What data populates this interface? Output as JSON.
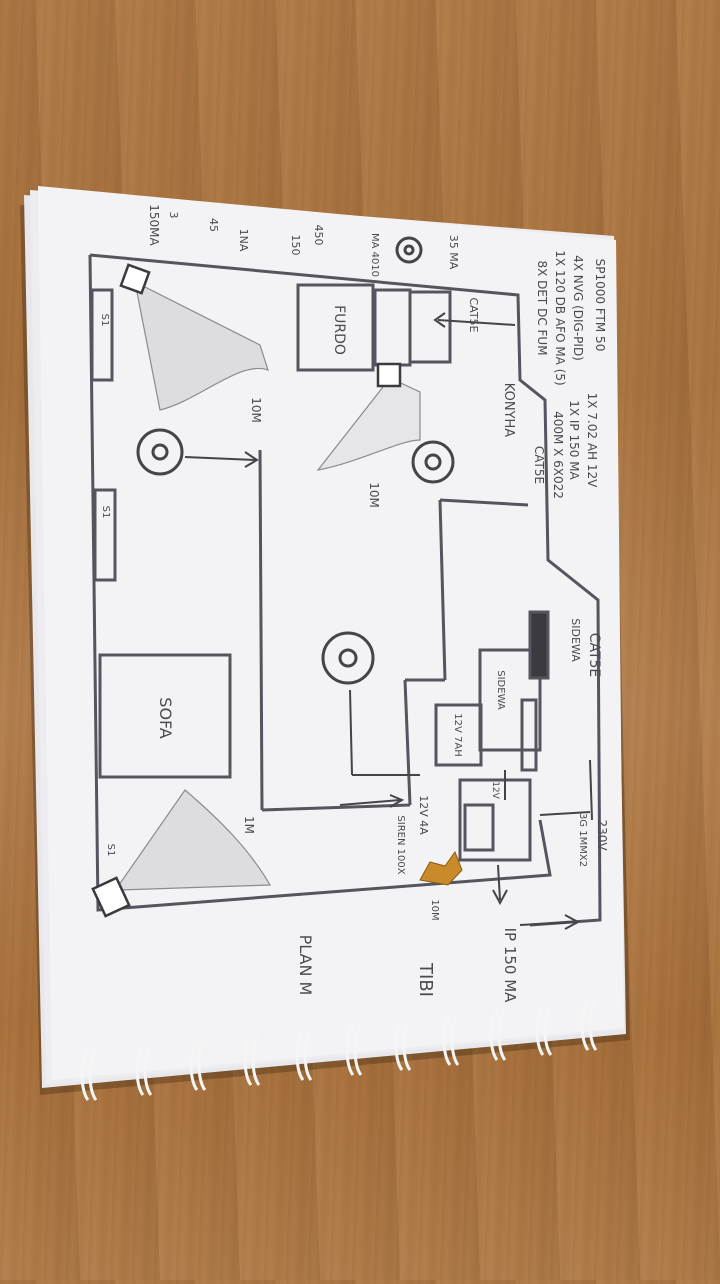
{
  "photo": {
    "subject": "hand-drawn floor plan on spiral notebook"
  },
  "plan": {
    "title": "TIBI",
    "subtitle": "PLAN M",
    "rooms": {
      "furdo": "FURDO",
      "konyha": "KONYHA",
      "sofa": "SOFA"
    },
    "corner_notes": {
      "top_left_a": "3",
      "top_left_b": "150MA",
      "group_a": "45",
      "group_b": "1NA",
      "group_c": "450",
      "group_d": "150"
    },
    "legend_lines": [
      "SP1000 FTM 50",
      "1X 7.02 AH 12V",
      "4X NVG (DIG-PID)",
      "1X IP 150 MA",
      "1X 120 DB AFO MA (5)",
      "400M X 6X022",
      "8X DET DC FUM"
    ],
    "labels": {
      "cam_top_center": "35 MA",
      "cam_center_note": "MA 4010",
      "cat5e_top": "CAT5E",
      "cat5e_mid": "CAT5E",
      "cat5e_right": "CAT5E",
      "sidewall_right": "SIDEWA",
      "sidewall_box": "SIDEWA",
      "psu": "12V 7AH",
      "panel_12v": "12V",
      "dist_10m_a": "10M",
      "dist_10m_b": "10M",
      "dist_1m": "1M",
      "dist_10m_c": "10M",
      "sensor_1": "S1",
      "sensor_2": "S1",
      "sensor_3": "S1",
      "mains": "230V",
      "mains_cable": "3G 1MMX2",
      "power_note": "12V 4A",
      "siren_note": "SIREN 100X",
      "ip_module": "IP 150 MA"
    }
  }
}
